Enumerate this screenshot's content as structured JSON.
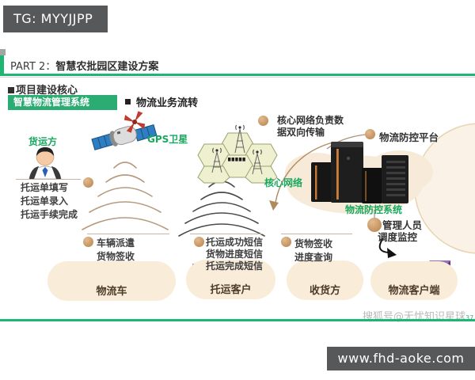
{
  "badge": {
    "text": "TG: MYYJJPP"
  },
  "header": {
    "part": "PART 2：",
    "title": "智慧农批园区建设方案"
  },
  "section": {
    "heading": "项目建设核心",
    "banner": "智慧物流管理系统",
    "flow_title": "物流业务流转"
  },
  "diagram": {
    "shipper_label": "货运方",
    "shipper_notes": [
      "托运单填写",
      "托运单录入",
      "托运手续完成"
    ],
    "gps_label": "GPS卫星",
    "core_label": "核心网络",
    "core_note_lines": [
      "核心网络负责数",
      "据双向传输"
    ],
    "platform_label": "物流防控平台",
    "system_label": "物流防控系统",
    "manager_lines": [
      "管理人员",
      "调度监控"
    ],
    "truck_notes": [
      "车辆派遣",
      "货物签收"
    ],
    "sms_notes": [
      "托运成功短信",
      "货物进度短信",
      "托运完成短信"
    ],
    "receiver_notes": [
      "货物签收",
      "进度查询"
    ],
    "cards": [
      {
        "label": "物流车"
      },
      {
        "label": "托运客户"
      },
      {
        "label": "收货方"
      },
      {
        "label": "物流客户端"
      }
    ]
  },
  "footer": {
    "watermark": "搜狐号@无忧知识星球",
    "watermark_num": "37",
    "website": "www.fhd-aoke.com"
  },
  "colors": {
    "accent_green": "#1fb573",
    "banner_green": "#2bac72",
    "label_green": "#18a85e",
    "beige_blob": "#f9ecd9",
    "dot_tan": "#c99a69",
    "dark_box": "#57585a"
  }
}
